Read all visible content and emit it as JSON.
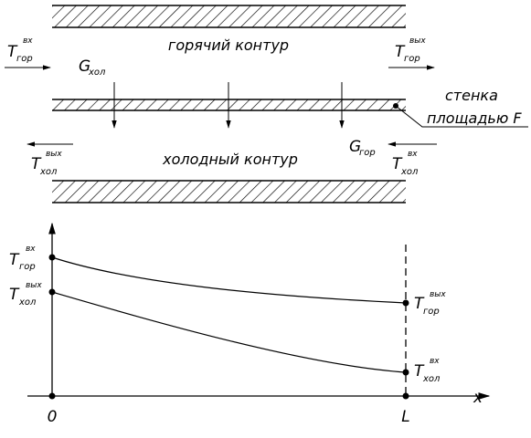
{
  "exchanger": {
    "hot_circuit_label": "горячий контур",
    "cold_circuit_label": "холодный контур",
    "wall_label_line1": "стенка",
    "wall_label_line2": "площадью F",
    "hot_inlet": {
      "main": "T",
      "sub": "гор",
      "sup": "вх"
    },
    "hot_outlet": {
      "main": "T",
      "sub": "гор",
      "sup": "вых"
    },
    "cold_outlet": {
      "main": "T",
      "sub": "хол",
      "sup": "вых"
    },
    "cold_inlet": {
      "main": "T",
      "sub": "хол",
      "sup": "вх"
    },
    "cold_flow": {
      "main": "G",
      "sub": "хол"
    },
    "hot_flow": {
      "main": "G",
      "sub": "гор"
    }
  },
  "graph": {
    "x_axis_label": "x",
    "origin_label": "0",
    "length_label": "L",
    "hot_in": {
      "main": "T",
      "sub": "гор",
      "sup": "вх"
    },
    "cold_out": {
      "main": "T",
      "sub": "хол",
      "sup": "вых"
    },
    "hot_out": {
      "main": "T",
      "sub": "гор",
      "sup": "вых"
    },
    "cold_in": {
      "main": "T",
      "sub": "хол",
      "sup": "вх"
    }
  }
}
